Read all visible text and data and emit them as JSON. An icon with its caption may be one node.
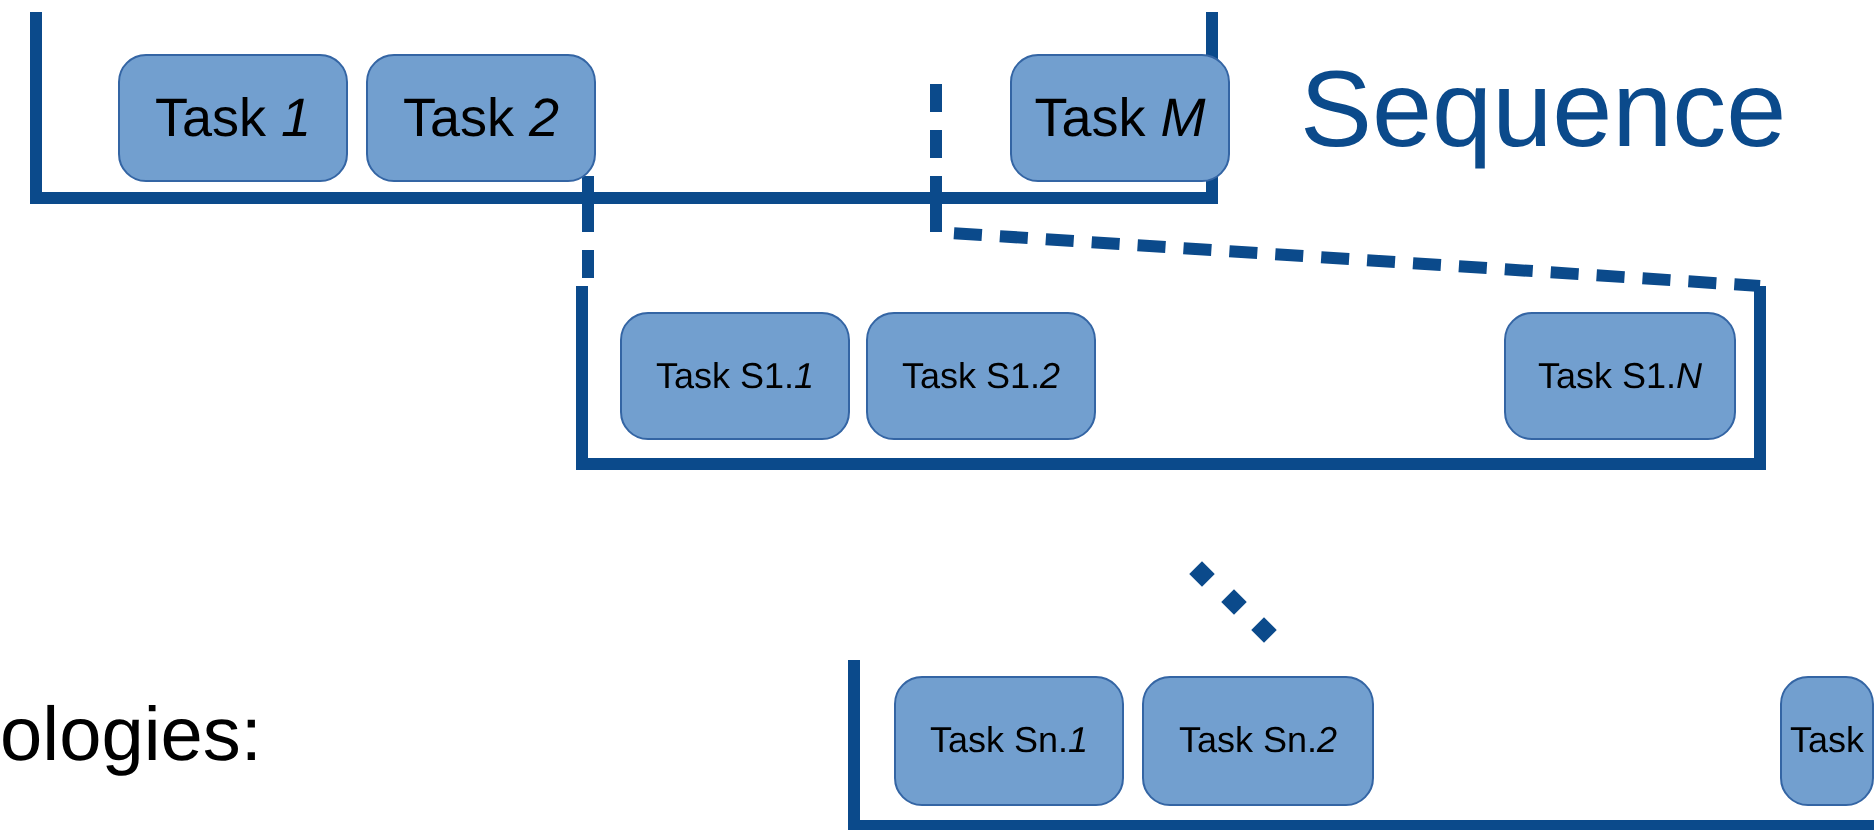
{
  "diagram": {
    "nodes": [
      {
        "text": [],
        "shape": "box"
      },
      {
        "text": [
          "Task *1*"
        ],
        "in": 0
      },
      {
        "text": [
          "Task *2*"
        ],
        "in": 0
      },
      {
        "text": [
          "Task *M*"
        ],
        "in": 0
      },
      {
        "text": [],
        "shape": "box"
      },
      {
        "text": [
          "Task S1.*1*"
        ],
        "in": 4
      },
      {
        "text": [
          "Task S1.*2*"
        ],
        "in": 4
      },
      {
        "text": [
          "Task S1.*N*"
        ],
        "in": 4
      },
      {
        "text": [],
        "shape": "box"
      },
      {
        "text": [
          "Task Sn.*1*"
        ],
        "in": 8
      },
      {
        "text": [
          "Task Sn.*2*"
        ],
        "in": 8
      },
      {
        "text": [
          "Task"
        ],
        "in": 8
      }
    ],
    "edges": [
      {
        "from": 0,
        "to": 4,
        "arrow": "none",
        "style": "dashed"
      },
      {
        "from": 0,
        "to": 4,
        "arrow": "none",
        "style": "dashed"
      }
    ],
    "labels": [
      "Sequence",
      "ologies:"
    ]
  }
}
